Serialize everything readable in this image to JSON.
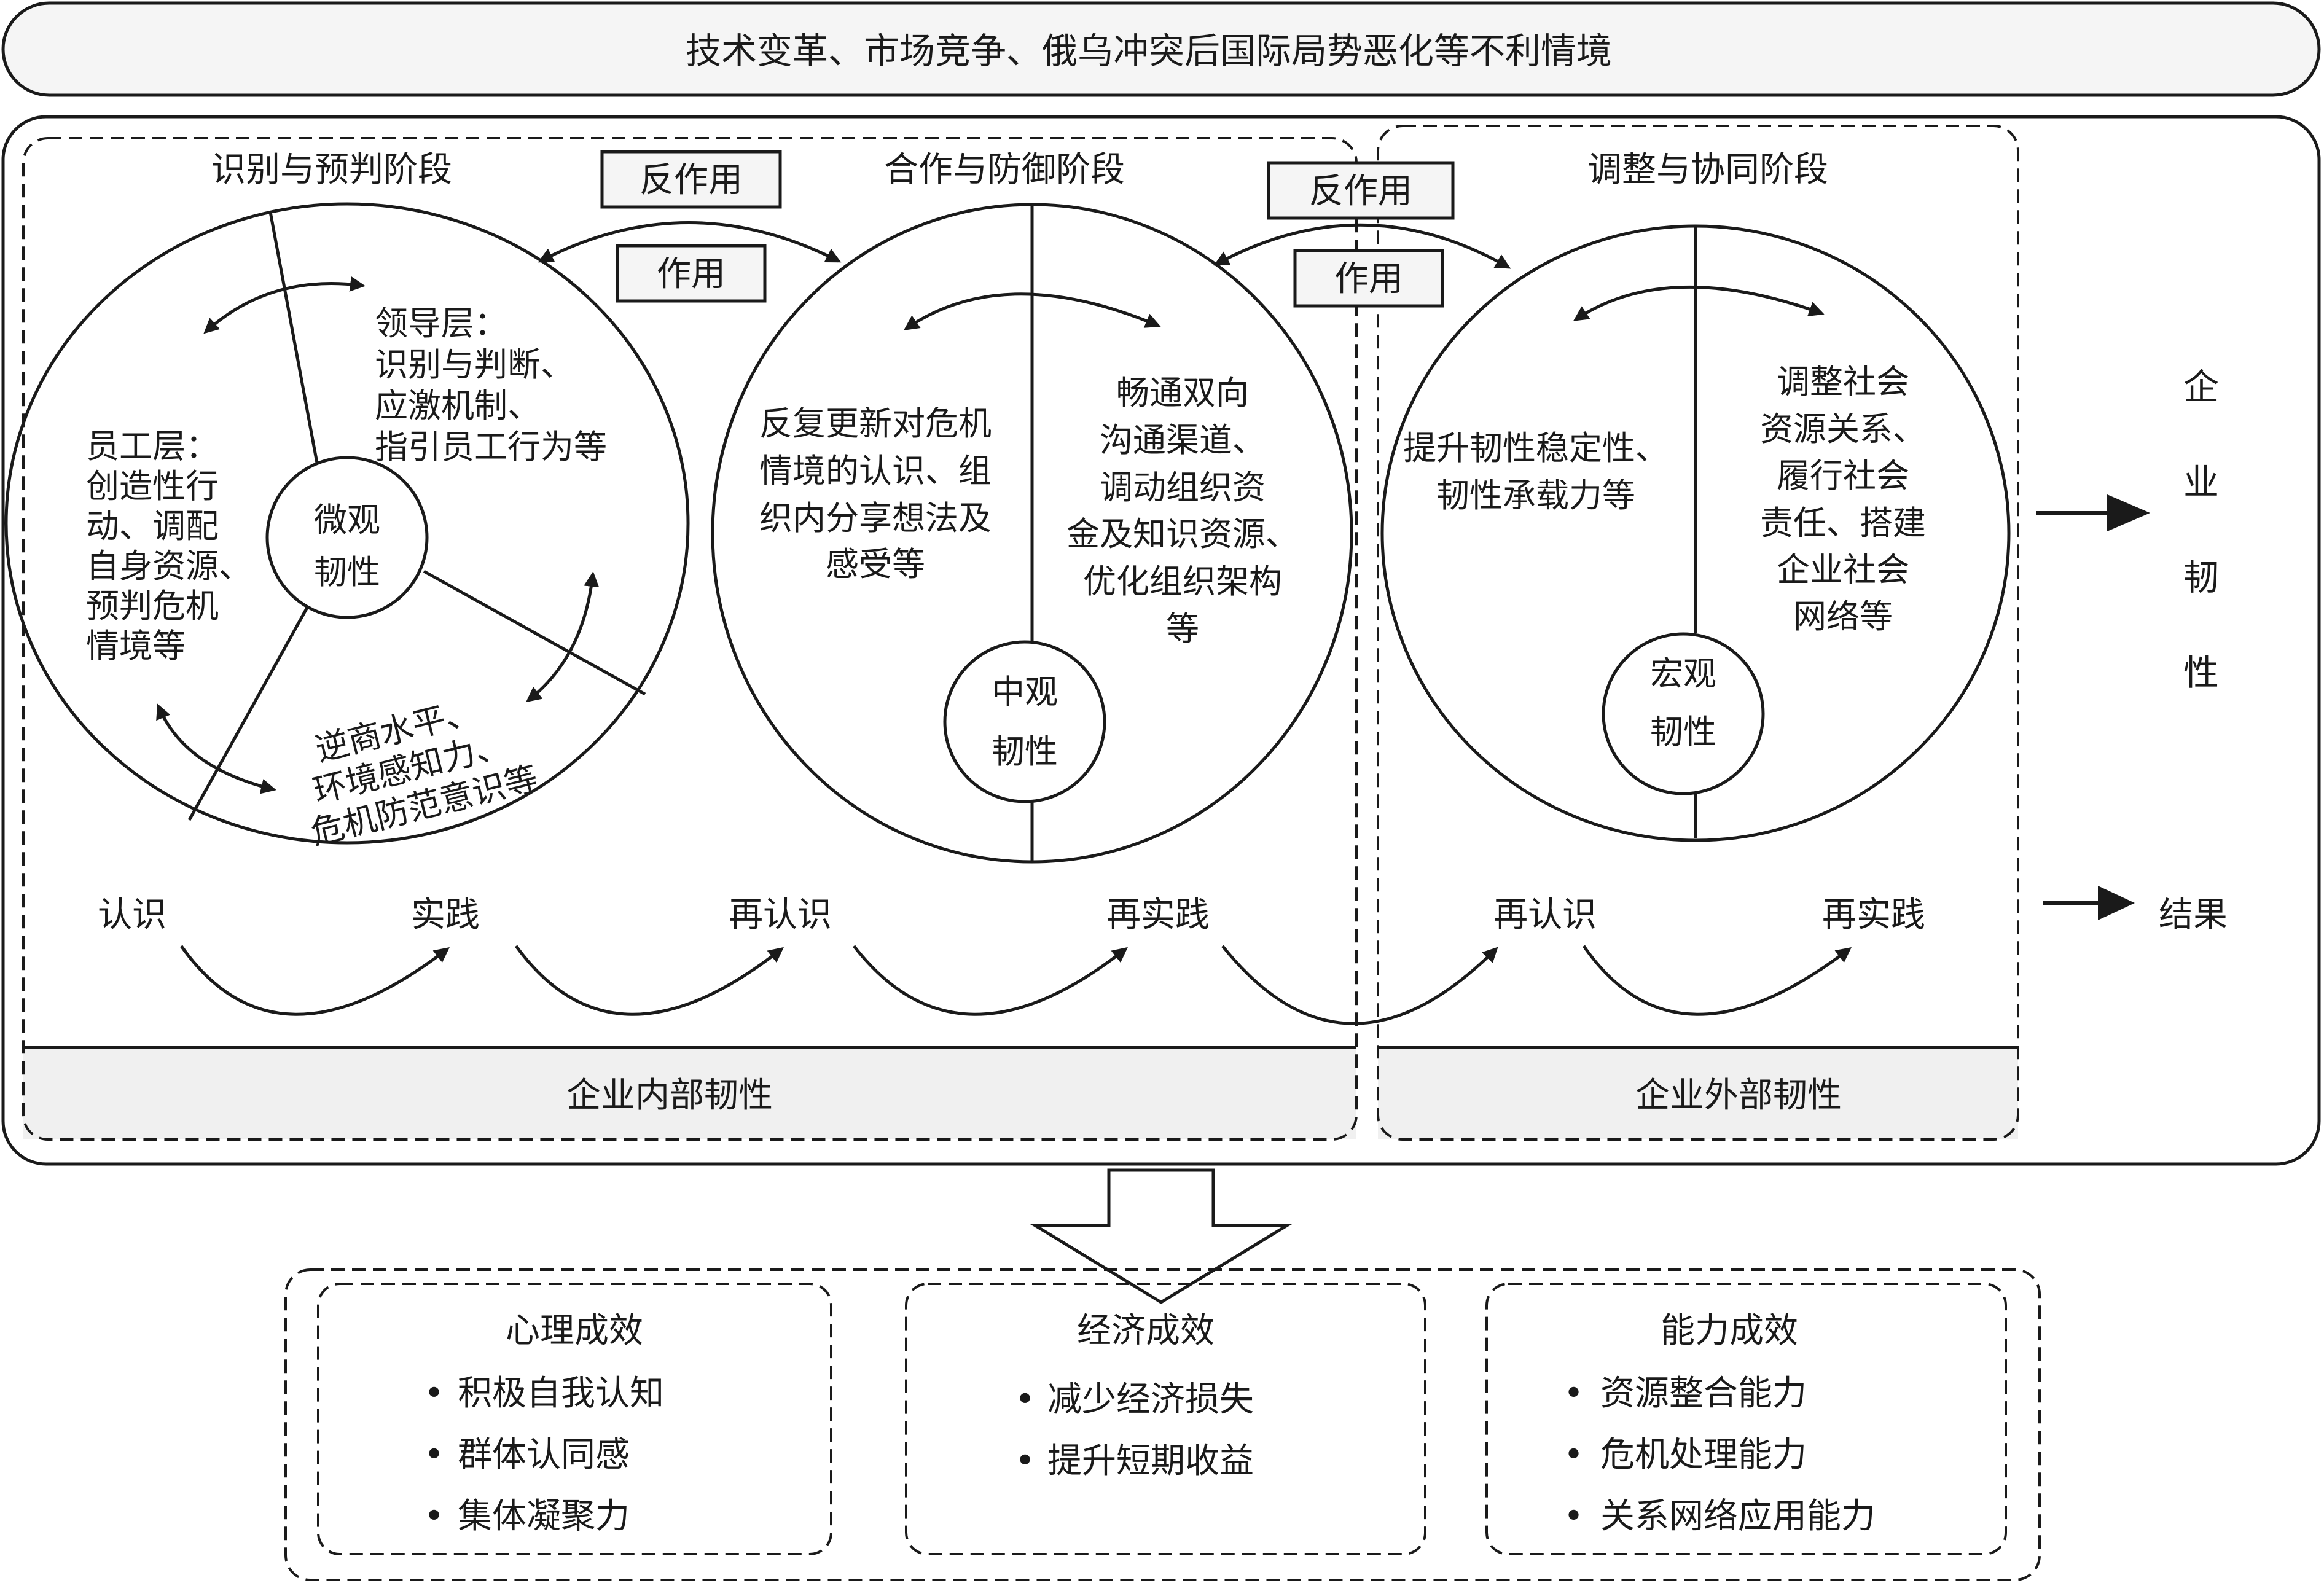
{
  "top_banner": "技术变革、市场竞争、俄乌冲突后国际局势恶化等不利情境",
  "stages": {
    "stage1_title": "识别与预判阶段",
    "stage2_title": "合作与防御阶段",
    "stage3_title": "调整与协同阶段"
  },
  "interactions": {
    "reaction_1": "反作用",
    "action_1": "作用",
    "reaction_2": "反作用",
    "action_2": "作用"
  },
  "circle1": {
    "center": [
      "微观",
      "韧性"
    ],
    "leader": [
      "领导层：",
      "识别与判断、",
      "应激机制、",
      "指引员工行为等"
    ],
    "staff": [
      "员工层：",
      "创造性行",
      "动、调配",
      "自身资源、",
      "预判危机",
      "情境等"
    ],
    "bottom": [
      "逆商水平、",
      "环境感知力、",
      "危机防范意识等"
    ]
  },
  "circle2": {
    "center": [
      "中观",
      "韧性"
    ],
    "left": [
      "反复更新对危机",
      "情境的认识、组",
      "织内分享想法及",
      "感受等"
    ],
    "right": [
      "畅通双向",
      "沟通渠道、",
      "调动组织资",
      "金及知识资源、",
      "优化组织架构",
      "等"
    ]
  },
  "circle3": {
    "center": [
      "宏观",
      "韧性"
    ],
    "left": [
      "提升韧性稳定性、",
      "韧性承载力等"
    ],
    "right": [
      "调整社会",
      "资源关系、",
      "履行社会",
      "责任、搭建",
      "企业社会",
      "网络等"
    ]
  },
  "cycle": [
    "认识",
    "实践",
    "再认识",
    "再实践",
    "再认识",
    "再实践"
  ],
  "internal_label": "企业内部韧性",
  "external_label": "企业外部韧性",
  "result_vertical": [
    "企",
    "业",
    "韧",
    "性"
  ],
  "result_label": "结果",
  "outcomes": {
    "psych": {
      "title": "心理成效",
      "items": [
        "积极自我认知",
        "群体认同感",
        "集体凝聚力"
      ]
    },
    "econ": {
      "title": "经济成效",
      "items": [
        "减少经济损失",
        "提升短期收益"
      ]
    },
    "ability": {
      "title": "能力成效",
      "items": [
        "资源整合能力",
        "危机处理能力",
        "关系网络应用能力"
      ]
    }
  },
  "bullet": "•"
}
